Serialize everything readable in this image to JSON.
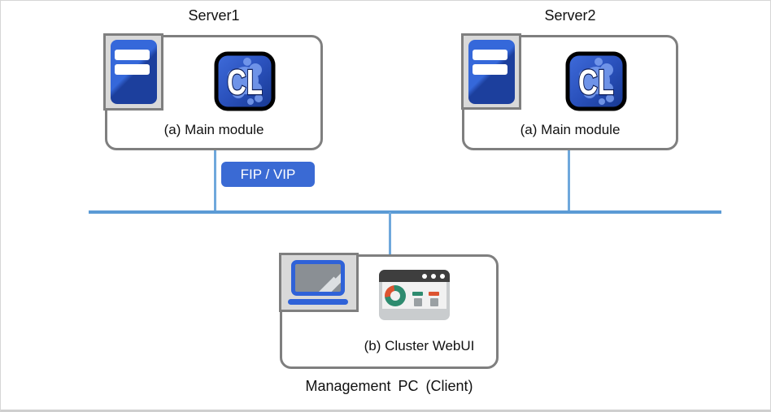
{
  "nodes": {
    "server1": {
      "title": "Server1",
      "label": "(a) Main module"
    },
    "server2": {
      "title": "Server2",
      "label": "(a) Main module"
    },
    "management_pc": {
      "label": "(b) Cluster WebUI",
      "caption": "Management PC (Client)"
    }
  },
  "badge": {
    "label": "FIP / VIP"
  },
  "icons": {
    "cl_app_text": "CL",
    "server_icon": "server-tower-icon",
    "cl_app_icon": "cluster-app-icon",
    "laptop_icon": "laptop-icon",
    "browser_icon": "webui-dashboard-icon"
  },
  "colors": {
    "network_line": "#5B9BD5",
    "connector_line": "#6FA8DC",
    "box_border": "#7F7F7F",
    "badge_bg": "#3A6AD4",
    "badge_text": "#FFFFFF",
    "icon_blue": "#2F62D8",
    "tower_blue_light": "#3568DA",
    "tower_blue_dark": "#1C3F9D",
    "cl_splat_blue": "#7B9FF0",
    "donut_teal": "#2E8B6F",
    "donut_red": "#DD5330",
    "browser_header": "#3E3E3E",
    "tile_bg": "#D9D9D9"
  }
}
